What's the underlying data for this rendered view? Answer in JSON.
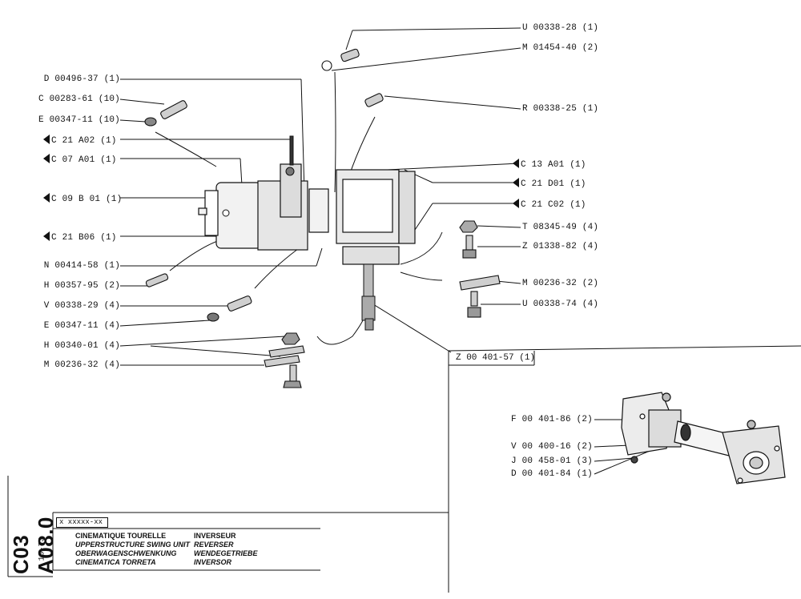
{
  "labels_left": [
    {
      "id": "d00496",
      "text": "D 00496-37 (1)",
      "ref": false
    },
    {
      "id": "c00283",
      "text": "C 00283-61 (10)",
      "ref": false
    },
    {
      "id": "e00347a",
      "text": "E 00347-11 (10)",
      "ref": false
    },
    {
      "id": "c21a02",
      "text": "C 21  A02  (1)",
      "ref": true
    },
    {
      "id": "c07a01",
      "text": "C 07  A01  (1)",
      "ref": true
    },
    {
      "id": "c09b01",
      "text": "C 09  B 01  (1)",
      "ref": true
    },
    {
      "id": "c21b06",
      "text": "C 21  B06  (1)",
      "ref": true
    },
    {
      "id": "n00414",
      "text": "N 00414-58 (1)",
      "ref": false
    },
    {
      "id": "h00357",
      "text": "H 00357-95 (2)",
      "ref": false
    },
    {
      "id": "v00338",
      "text": "V 00338-29 (4)",
      "ref": false
    },
    {
      "id": "e00347b",
      "text": "E 00347-11 (4)",
      "ref": false
    },
    {
      "id": "h00340",
      "text": "H 00340-01 (4)",
      "ref": false
    },
    {
      "id": "m00236a",
      "text": "M 00236-32 (4)",
      "ref": false
    }
  ],
  "labels_right": [
    {
      "id": "u00338a",
      "text": "U 00338-28 (1)",
      "ref": false
    },
    {
      "id": "m01454",
      "text": "M 01454-40 (2)",
      "ref": false
    },
    {
      "id": "r00338",
      "text": "R 00338-25 (1)",
      "ref": false
    },
    {
      "id": "c13a01",
      "text": "C 13  A01  (1)",
      "ref": true
    },
    {
      "id": "c21d01",
      "text": "C 21  D01  (1)",
      "ref": true
    },
    {
      "id": "c21c02",
      "text": "C 21  C02  (1)",
      "ref": true
    },
    {
      "id": "t08345",
      "text": "T 08345-49 (4)",
      "ref": false
    },
    {
      "id": "z01338",
      "text": "Z 01338-82 (4)",
      "ref": false
    },
    {
      "id": "m00236b",
      "text": "M 00236-32 (2)",
      "ref": false
    },
    {
      "id": "u00338b",
      "text": "U 00338-74 (4)",
      "ref": false
    }
  ],
  "subassembly": {
    "title": "Z  00 401-57  (1)",
    "labels": [
      {
        "id": "f00401",
        "text": "F 00 401-86 (2)"
      },
      {
        "id": "v00400",
        "text": "V 00 400-16 (2)"
      },
      {
        "id": "j00458",
        "text": "J 00 458-01 (3)"
      },
      {
        "id": "d00401",
        "text": "D 00 401-84 (1)"
      }
    ]
  },
  "title_block": {
    "sheet_code": "C03 A08.0",
    "date": "10-73",
    "ref_box": "x xxxxx-xx",
    "rows": [
      {
        "left": "CINEMATIQUE TOURELLE",
        "right": "INVERSEUR"
      },
      {
        "left": "UPPERSTRUCTURE SWING UNIT",
        "right": "REVERSER"
      },
      {
        "left": "OBERWAGENSCHWENKUNG",
        "right": "WENDEGETRIEBE"
      },
      {
        "left": "CINEMATICA TORRETA",
        "right": "INVERSOR"
      }
    ]
  }
}
